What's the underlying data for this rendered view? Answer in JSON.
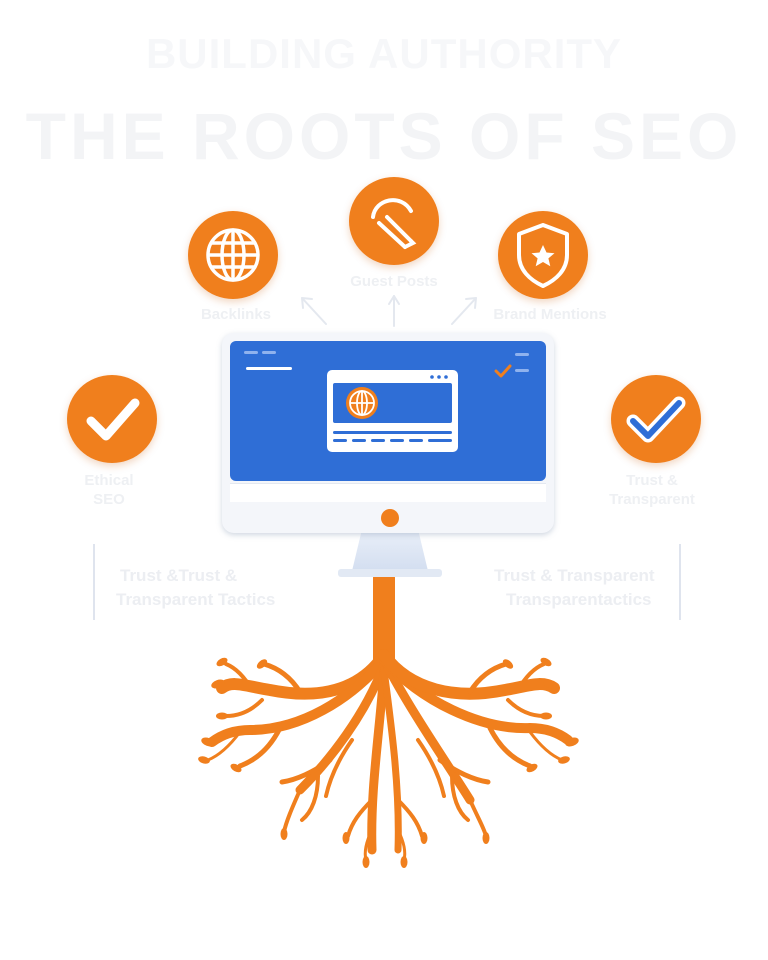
{
  "title": {
    "top": "BUILDING AUTHORITY",
    "main": "THE ROOTS OF SEO"
  },
  "nodes": {
    "backlinks": {
      "label": "Backlinks",
      "icon": "globe-icon"
    },
    "guest_posts": {
      "label": "Guest Posts",
      "icon": "pen-icon"
    },
    "brand_mentions": {
      "label": "Brand Mentions",
      "icon": "shield-star-icon"
    },
    "ethical_seo": {
      "label": "Ethical SEO",
      "icon": "checkmark-icon"
    },
    "trust_transparent": {
      "label": "Trust & Transparent",
      "icon": "double-check-icon"
    }
  },
  "captions": {
    "left_line1": "Trust &Trust &",
    "left_line2": "Transparent  Tactics",
    "right_line1": "Trust & Transparent",
    "right_line2": "Transparentactics"
  },
  "colors": {
    "accent": "#f07f1d",
    "screen": "#2f6ed6",
    "monitor": "#f4f6fa"
  }
}
